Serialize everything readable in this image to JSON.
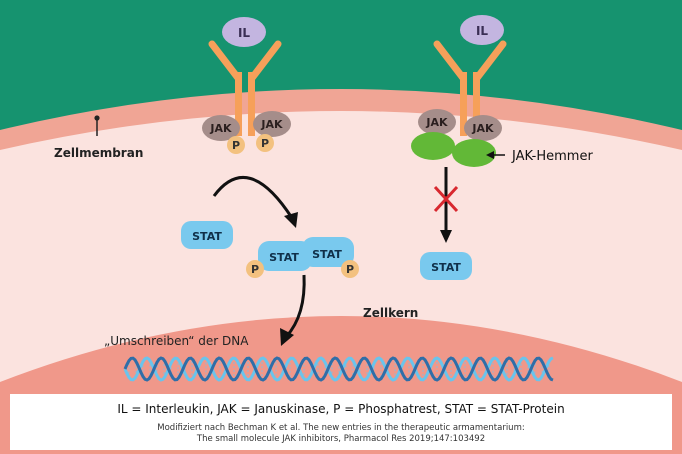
{
  "labels": {
    "il": "IL",
    "jak": "JAK",
    "p": "P",
    "stat": "STAT",
    "membrane": "Zellmembran",
    "nucleus": "Zellkern",
    "inhibitor": "JAK-Hemmer",
    "dna": "„Umschreiben“ der DNA"
  },
  "legend": {
    "main": "IL = Interleukin, JAK = Januskinase, P = Phosphatrest, STAT = STAT-Protein",
    "source_line1": "Modifiziert nach Bechman K et al. The new entries in the therapeutic armamentarium:",
    "source_line2": "The small molecule JAK inhibitors, Pharmacol Res 2019;147:103492"
  },
  "colors": {
    "background_top": "#16936f",
    "cytoplasm": "#fbe3df",
    "membrane": "#f0a595",
    "nucleus": "#f0988a",
    "receptor": "#f6a05a",
    "il": "#c3b5e0",
    "jak": "#a58d8a",
    "phosphate": "#f3c17f",
    "stat": "#79c9ee",
    "inhibitor": "#62b837",
    "block_cross": "#d8282f",
    "dna_strand_a": "#6ac4ec",
    "dna_strand_b": "#2f6ea8"
  }
}
